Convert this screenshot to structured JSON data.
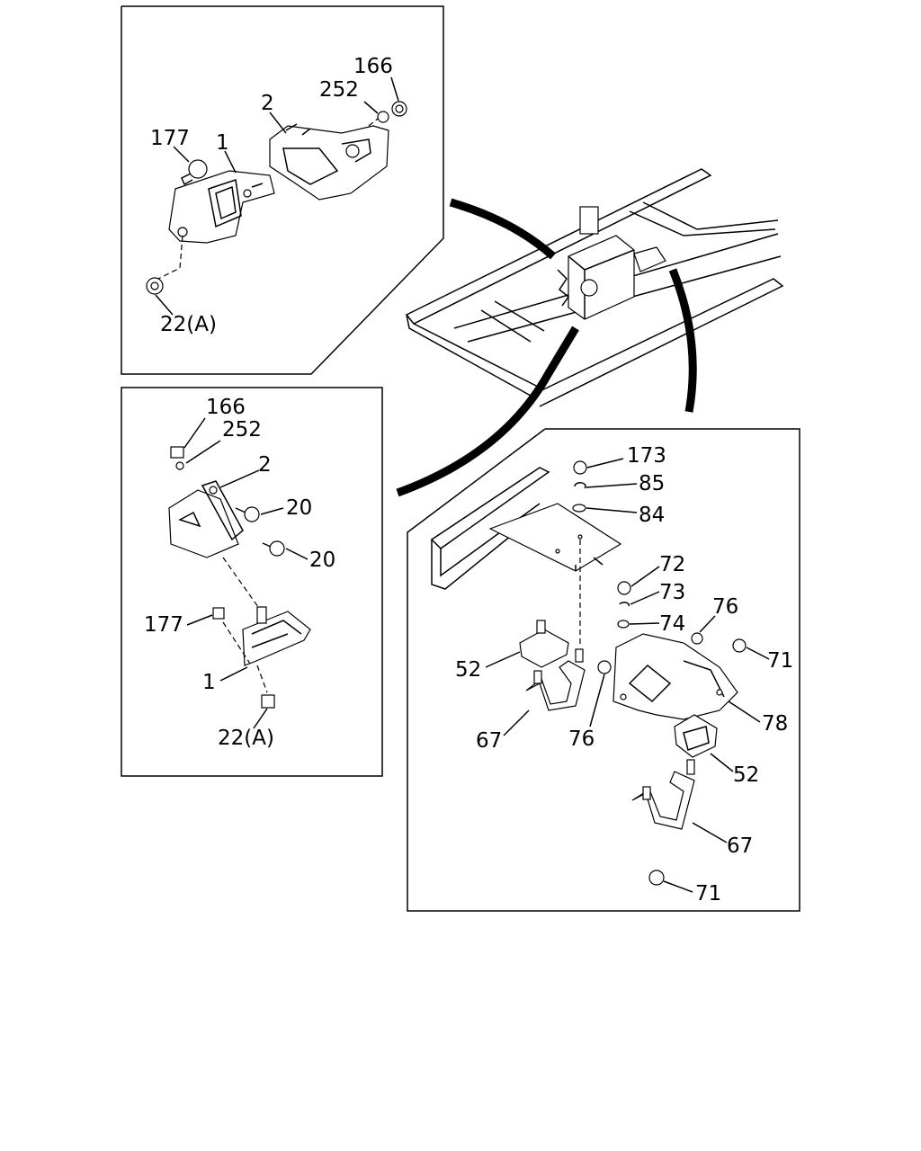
{
  "panels": {
    "top_left": {
      "callouts": [
        "166",
        "252",
        "2",
        "177",
        "1",
        "22(A)"
      ]
    },
    "middle_left": {
      "callouts": [
        "166",
        "252",
        "2",
        "20",
        "20",
        "177",
        "1",
        "22(A)"
      ]
    },
    "bottom_right": {
      "callouts": [
        "173",
        "85",
        "84",
        "72",
        "73",
        "74",
        "76",
        "71",
        "52",
        "67",
        "76",
        "78",
        "52",
        "67",
        "71"
      ]
    }
  }
}
